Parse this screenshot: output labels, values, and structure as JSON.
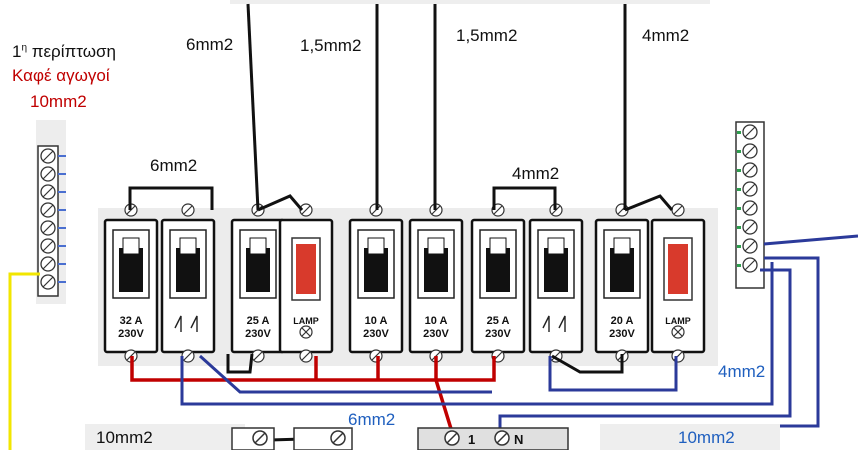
{
  "case_heading": {
    "number": "1",
    "sup": "η",
    "word": " περίπτωση"
  },
  "supply": {
    "title": "Καφέ αγωγοί",
    "size": "10mm2",
    "color": "#c00000"
  },
  "wire_labels": {
    "top_6": "6mm2",
    "top_15_a": "1,5mm2",
    "top_15_b": "1,5mm2",
    "top_4": "4mm2",
    "mid_6": "6mm2",
    "mid_4": "4mm2",
    "bottom_left_10": "10mm2",
    "bottom_4": "4mm2",
    "bottom_6": "6mm2",
    "bottom_10": "10mm2"
  },
  "breakers": [
    {
      "rating": "32 A",
      "voltage": "230V",
      "type": "breaker"
    },
    {
      "rating": "",
      "voltage": "",
      "type": "switch"
    },
    {
      "rating": "25 A",
      "voltage": "230V",
      "type": "breaker"
    },
    {
      "rating": "LAMP",
      "voltage": "",
      "type": "lamp"
    },
    {
      "rating": "10 A",
      "voltage": "230V",
      "type": "breaker"
    },
    {
      "rating": "10 A",
      "voltage": "230V",
      "type": "breaker"
    },
    {
      "rating": "25 A",
      "voltage": "230V",
      "type": "breaker"
    },
    {
      "rating": "",
      "voltage": "",
      "type": "switch"
    },
    {
      "rating": "20 A",
      "voltage": "230V",
      "type": "breaker"
    },
    {
      "rating": "LAMP",
      "voltage": "",
      "type": "lamp"
    }
  ],
  "terminal": {
    "phase": "1",
    "neutral": "N"
  },
  "colors": {
    "phase_wire": "#c00000",
    "neutral_wire": "#2b3a9a",
    "earth_wire": "#f2e600",
    "black_wire": "#111111",
    "lamp_red": "#d83a2c",
    "blue_label": "#1f5fbf"
  }
}
